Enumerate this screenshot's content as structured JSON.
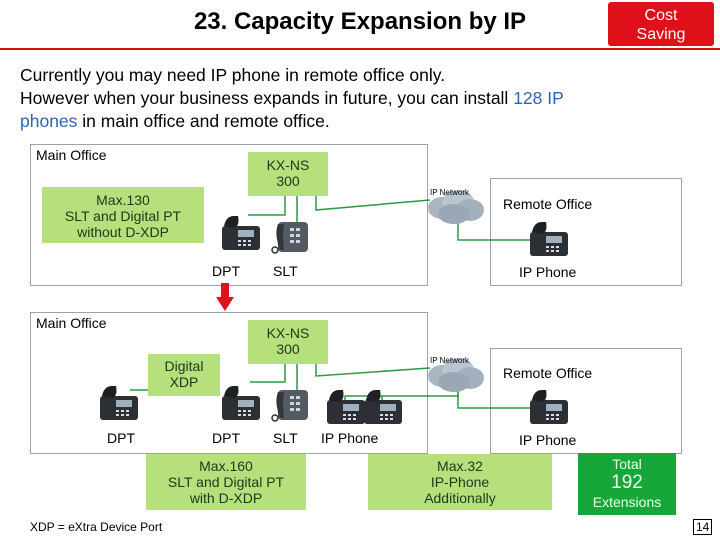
{
  "header": {
    "title": "23. Capacity Expansion by IP",
    "badge": "Cost Saving",
    "accent_color": "#d01018"
  },
  "intro": {
    "line1": "Currently you may need IP phone in remote office only.",
    "line2_a": "However when your business expands in future, you can install ",
    "line2_hl": "128 IP",
    "line3_hl": "phones",
    "line3_b": " in main office and remote office."
  },
  "diagram_top": {
    "main_office": "Main Office",
    "pbx_line1": "KX-NS",
    "pbx_line2": "300",
    "max_box": [
      "Max.130",
      "SLT and Digital PT",
      "without D-XDP"
    ],
    "ip_network": "IP Network",
    "remote_office": "Remote Office",
    "dpt": "DPT",
    "slt": "SLT",
    "ip_phone": "IP Phone"
  },
  "diagram_bottom": {
    "main_office": "Main Office",
    "pbx_line1": "KX-NS",
    "pbx_line2": "300",
    "xdp_line1": "Digital",
    "xdp_line2": "XDP",
    "ip_network": "IP Network",
    "remote_office": "Remote Office",
    "dpt_left": "DPT",
    "dpt": "DPT",
    "slt": "SLT",
    "ip_phone_main": "IP Phone",
    "ip_phone_remote": "IP Phone"
  },
  "bottom": {
    "max160": [
      "Max.160",
      "SLT and Digital PT",
      "with D-XDP"
    ],
    "max32": [
      "Max.32",
      "IP-Phone",
      "Additionally"
    ],
    "total_label": "Total",
    "total_value": "192",
    "total_unit": "Extensions",
    "footnote": "XDP = eXtra Device Port",
    "page_number": "14"
  },
  "colors": {
    "green_box": "#b6e07c",
    "total_box": "#17a63a",
    "arrow": "#e0101a",
    "line": "#2e9a44"
  }
}
